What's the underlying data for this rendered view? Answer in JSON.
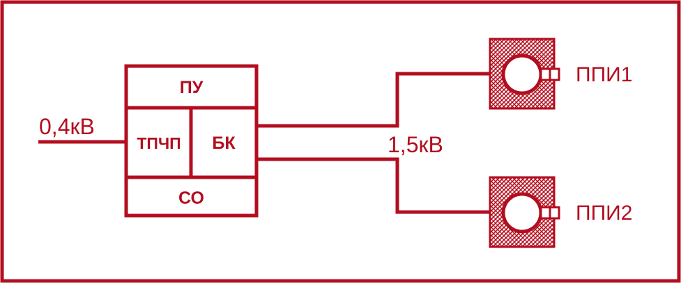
{
  "diagram": {
    "input_voltage": "0,4кВ",
    "output_voltage": "1,5кВ",
    "blocks": {
      "control_unit": "ПУ",
      "converter": "ТПЧП",
      "capacitor_bank": "БК",
      "cooling_system": "СО"
    },
    "inductors": [
      {
        "label": "ППИ1"
      },
      {
        "label": "ППИ2"
      }
    ]
  },
  "colors": {
    "stroke": "#b30e1f",
    "hatch": "#b30e1f",
    "background": "#ffffff"
  }
}
